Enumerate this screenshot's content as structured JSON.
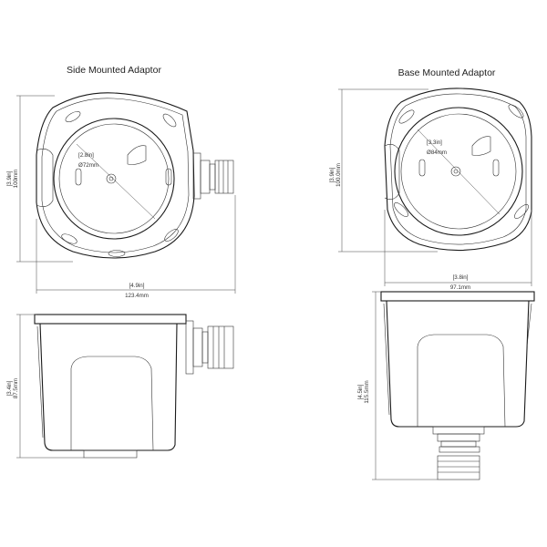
{
  "side": {
    "title": "Side Mounted Adaptor",
    "dia_in": "[2.8in]",
    "dia_mm": "Ø72mm",
    "height_in": "[3.9in]",
    "height_mm": "100mm",
    "width_in": "[4.9in]",
    "width_mm": "123.4mm",
    "depth_in": "[3.4in]",
    "depth_mm": "87.5mm"
  },
  "base": {
    "title": "Base Mounted Adaptor",
    "dia_in": "[3.3in]",
    "dia_mm": "Ø84mm",
    "height_in": "[3.9in]",
    "height_mm": "100.0mm",
    "width_in": "[3.8in]",
    "width_mm": "97.1mm",
    "depth_in": "[4.5in]",
    "depth_mm": "115.5mm"
  }
}
